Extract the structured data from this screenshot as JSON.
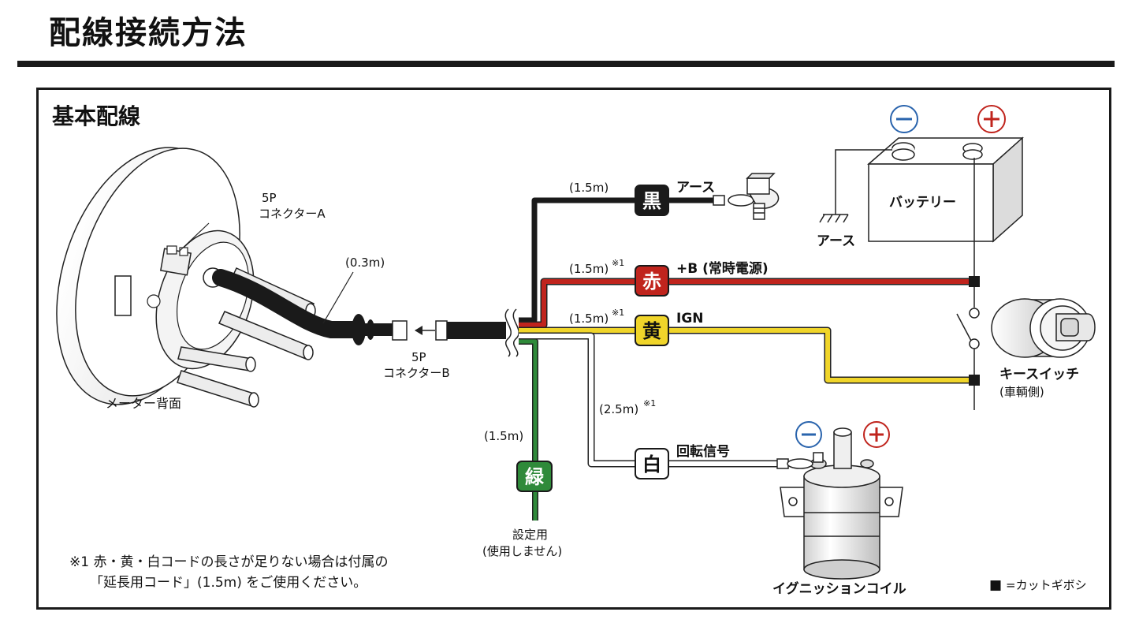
{
  "page_title": "配線接続方法",
  "section_title": "基本配線",
  "colors": {
    "black_wire": "#1a1a1a",
    "red_wire": "#c0241d",
    "yellow_wire": "#f0d52a",
    "green_wire": "#2f8a3a",
    "white_wire": "#ffffff",
    "minus_circle": "#2a64ad",
    "plus_circle": "#c0241d"
  },
  "meter": {
    "connector_a": {
      "line1": "5P",
      "line2": "コネクターA"
    },
    "cable_length": "(0.3m)",
    "back_label": "メーター背面"
  },
  "connector_b": {
    "line1": "5P",
    "line2": "コネクターB"
  },
  "wires": {
    "black": {
      "tag": "黒",
      "length": "(1.5m)",
      "label": "アース"
    },
    "red": {
      "tag": "赤",
      "length": "(1.5m)",
      "note": "※1",
      "label": "+B (常時電源)"
    },
    "yellow": {
      "tag": "黄",
      "length": "(1.5m)",
      "note": "※1",
      "label": "IGN"
    },
    "white": {
      "tag": "白",
      "length": "(2.5m)",
      "note": "※1",
      "label": "回転信号"
    },
    "green": {
      "tag": "緑",
      "length": "(1.5m)",
      "label_line1": "設定用",
      "label_line2": "(使用しません)"
    }
  },
  "battery": {
    "label": "バッテリー",
    "ground_label": "アース",
    "minus": "−",
    "plus": "+"
  },
  "key_switch": {
    "label": "キースイッチ",
    "sub": "(車輌側)"
  },
  "ignition_coil": {
    "label": "イグニッションコイル",
    "minus": "−",
    "plus": "+"
  },
  "legend": {
    "symbol": "■",
    "text": "=カットギボシ"
  },
  "footnote": {
    "line1": "※1 赤・黄・白コードの長さが足りない場合は付属の",
    "line2": "「延長用コード」(1.5m) をご使用ください。"
  }
}
